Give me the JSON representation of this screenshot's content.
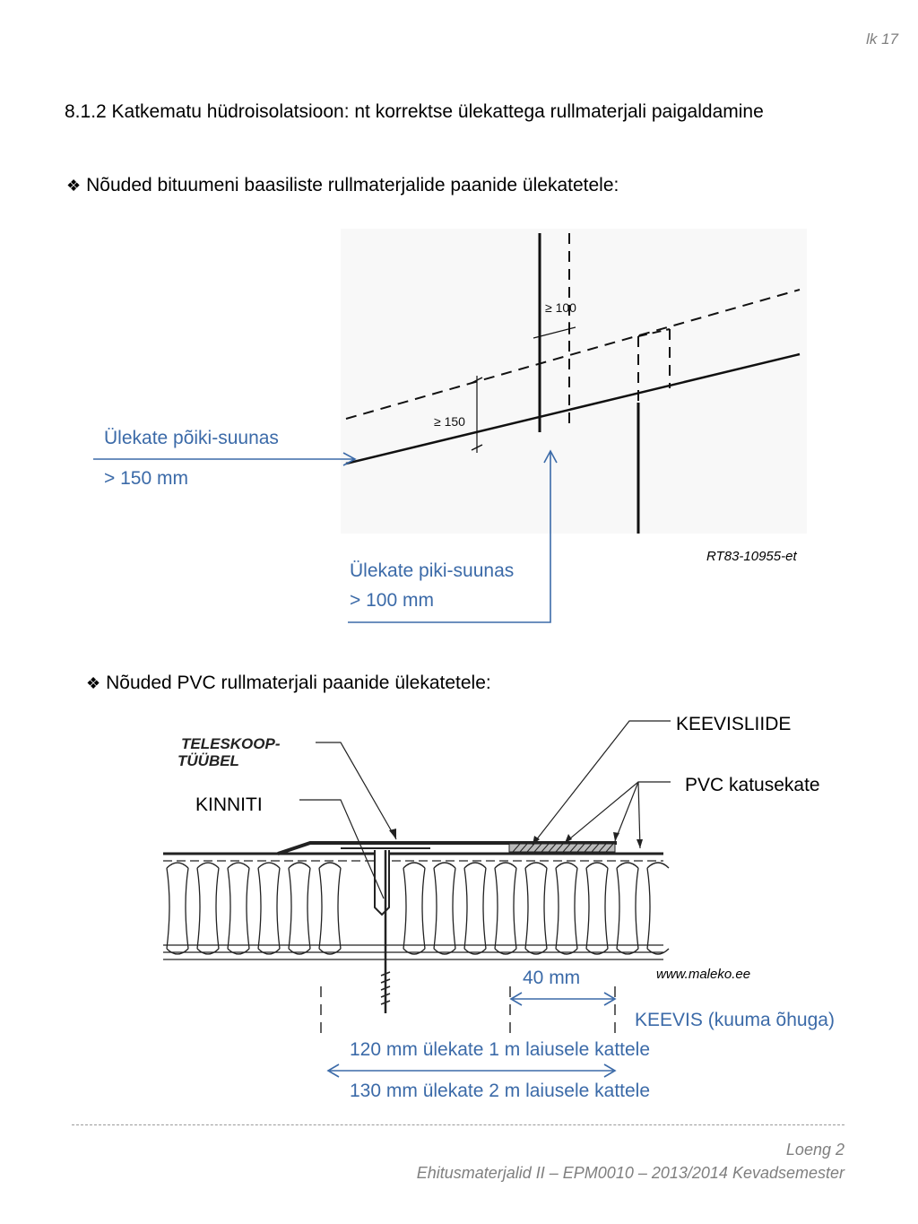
{
  "header": {
    "page_number": "lk 17"
  },
  "section": {
    "title": "8.1.2 Katkematu hüdroisolatsioon:  nt korrektse ülekattega rullmaterjali paigaldamine"
  },
  "bitumen": {
    "heading": "Nõuded bituumeni baasiliste rullmaterjalide paanide ülekatetele:",
    "dim_top": "≥ 100",
    "dim_side": "≥ 150",
    "label_cross": "Ülekate põiki-suunas",
    "value_cross": "> 150 mm",
    "label_long": "Ülekate piki-suunas",
    "value_long": "> 100 mm",
    "source": "RT83-10955-et"
  },
  "pvc": {
    "heading": "Nõuded PVC rullmaterjali paanide ülekatetele:",
    "label_teleskoop_1": "TELESKOOP-",
    "label_teleskoop_2": "TÜÜBEL",
    "label_kinniti": "KINNITI",
    "label_keevisliide": "KEEVISLIIDE",
    "label_pvc_katusekate": "PVC katusekate",
    "dim_40": "40 mm",
    "source": "www.maleko.ee",
    "label_keevis": "KEEVIS (kuuma õhuga)",
    "overlap_1m": "120 mm ülekate 1 m laiusele kattele",
    "overlap_2m": "130 mm ülekate 2 m laiusele kattele"
  },
  "footer": {
    "lecture": "Loeng 2",
    "course": "Ehitusmaterjalid II – EPM0010 – 2013/2014 Kevadsemester"
  },
  "bullet_glyph": "❖",
  "colors": {
    "accent_blue": "#3b6aa8",
    "footer_gray": "#7f7f7f"
  }
}
